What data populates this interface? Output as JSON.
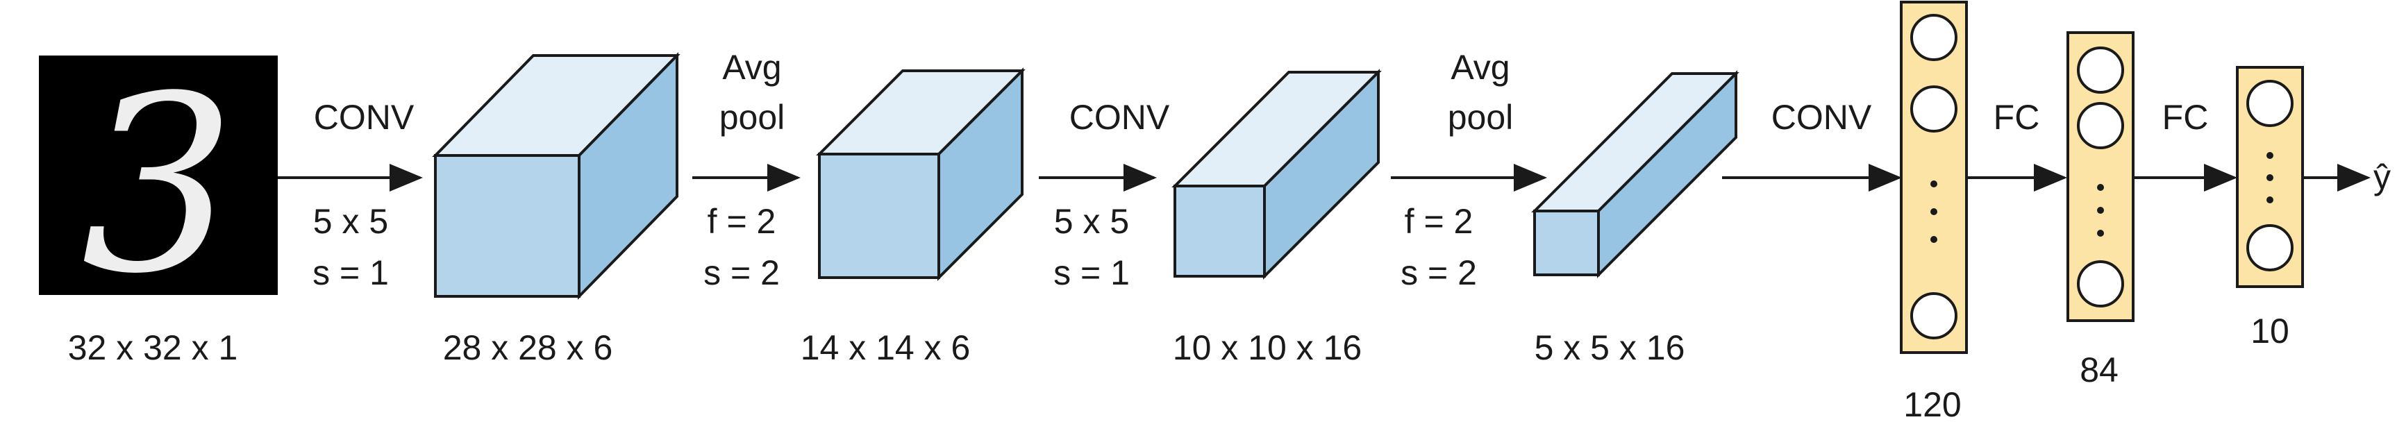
{
  "input": {
    "glyph": "3",
    "dims": "32 x 32 x 1"
  },
  "ops": [
    {
      "title": [
        "CONV"
      ],
      "params": [
        "5 x 5",
        "s = 1"
      ]
    },
    {
      "title": [
        "Avg",
        "pool"
      ],
      "params": [
        "f = 2",
        "s = 2"
      ]
    },
    {
      "title": [
        "CONV"
      ],
      "params": [
        "5 x 5",
        "s = 1"
      ]
    },
    {
      "title": [
        "Avg",
        "pool"
      ],
      "params": [
        "f = 2",
        "s = 2"
      ]
    },
    {
      "title": [
        "CONV"
      ],
      "params": []
    },
    {
      "title": [
        "FC"
      ],
      "params": []
    },
    {
      "title": [
        "FC"
      ],
      "params": []
    }
  ],
  "volumes": [
    {
      "dims": "28 x 28 x 6"
    },
    {
      "dims": "14 x 14 x 6"
    },
    {
      "dims": "10 x 10 x 16"
    },
    {
      "dims": "5 x 5 x 16"
    }
  ],
  "fc_layers": [
    {
      "units": "120"
    },
    {
      "units": "84"
    },
    {
      "units": "10"
    }
  ],
  "output": {
    "symbol": "ŷ"
  },
  "colors": {
    "cube_front": "#b4d4ec",
    "cube_top": "#e3eff8",
    "cube_side": "#97c4e3",
    "fc_fill": "#fbe4a6",
    "stroke": "#1a1a1a",
    "input_bg": "#000000",
    "input_glyph": "#eeeeee"
  }
}
